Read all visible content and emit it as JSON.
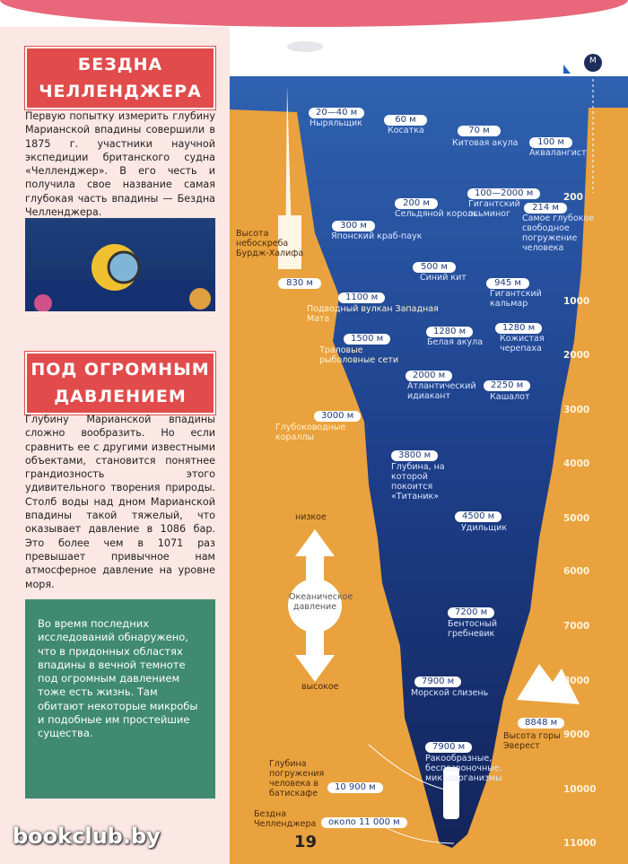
{
  "left": {
    "h1": "БЕЗДНА ЧЕЛЛЕНДЖЕРА",
    "p1": "Первую попытку измерить глубину Марианской впадины совершили в 1875 г. участники научной экспедиции британского судна «Челленджер». В его честь и получила свое название самая глубокая часть впадины — Бездна Челленджера.",
    "h2": "ПОД ОГРОМНЫМ ДАВЛЕНИЕМ",
    "p2": "Глубину Марианской впадины сложно вообразить. Но если сравнить ее с другими известными объектами, становится понятнее грандиозность этого удивительного творения природы. Столб воды над дном Марианской впадины такой тяжелый, что оказывает давление в 1086 бар. Это более чем в 1071 раз превышает привычное нам атмосферное давление на уровне моря.",
    "green": "Во время последних исследований обнаружено, что в придонных областях впадины в вечной темноте под огромным давлением тоже есть жизнь. Там обитают некоторые микробы и подобные им простейшие существа.",
    "brand": "bookclub.by"
  },
  "marker": "М",
  "items": [
    {
      "v": "20—40 м",
      "c": "Ныряльщик"
    },
    {
      "v": "60 м",
      "c": "Косатка"
    },
    {
      "v": "70 м",
      "c": "Китовая акула"
    },
    {
      "v": "100 м",
      "c": "Аквалангист"
    },
    {
      "v": "200 м",
      "c": "Сельдяной король"
    },
    {
      "v": "100—2000 м",
      "c": "Гигантский осьминог"
    },
    {
      "v": "214 м",
      "c": "Самое глубокое свободное погружение человека"
    },
    {
      "v": "300 м",
      "c": "Японский краб-паук"
    },
    {
      "v": "500 м",
      "c": "Синий кит"
    },
    {
      "v": "945 м",
      "c": "Гигантский кальмар"
    },
    {
      "v": "830 м",
      "c": "Высота небоскреба Бурдж-Халифа"
    },
    {
      "v": "1100 м",
      "c": "Подводный вулкан Западная Мата"
    },
    {
      "v": "1280 м",
      "c": "Белая акула"
    },
    {
      "v": "1280 м",
      "c": "Кожистая черепаха"
    },
    {
      "v": "1500 м",
      "c": "Траловые рыболовные сети"
    },
    {
      "v": "2000 м",
      "c": "Атлантический идиакант"
    },
    {
      "v": "2250 м",
      "c": "Кашалот"
    },
    {
      "v": "3000 м",
      "c": "Глубоководные кораллы"
    },
    {
      "v": "3800 м",
      "c": "Глубина, на которой покоится «Титаник»"
    },
    {
      "v": "4500 м",
      "c": "Удильщик"
    },
    {
      "v": "7200 м",
      "c": "Бентосный гребневик"
    },
    {
      "v": "7900 м",
      "c": "Морской слизень"
    },
    {
      "v": "7900 м",
      "c": "Ракообразные, беспозвоночные, микроорганизмы"
    },
    {
      "v": "8848 м",
      "c": "Высота горы Эверест"
    },
    {
      "v": "10 900 м",
      "c": "Глубина погружения человека в батискафе"
    },
    {
      "v": "около 11 000 м",
      "c": "Бездна Челленджера"
    }
  ],
  "pressure": {
    "low": "низкое",
    "title": "Океаническое давление",
    "high": "высокое"
  },
  "scale": [
    "200",
    "1000",
    "2000",
    "3000",
    "4000",
    "5000",
    "6000",
    "7000",
    "8000",
    "9000",
    "10000",
    "11000"
  ],
  "page": "19"
}
